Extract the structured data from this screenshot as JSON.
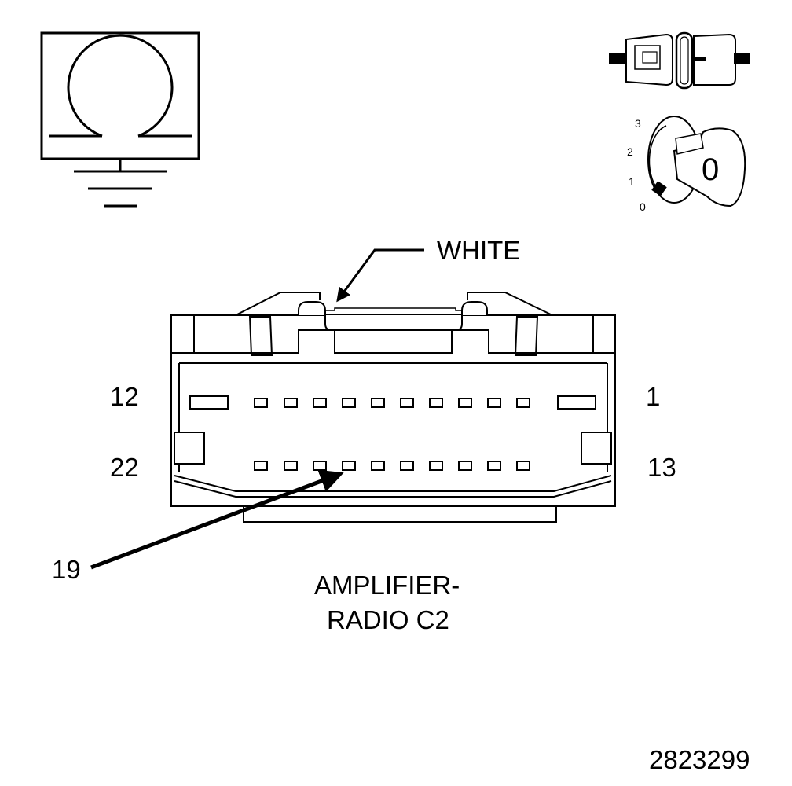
{
  "connector": {
    "color_label": "WHITE",
    "pin_top_left": "12",
    "pin_top_right": "1",
    "pin_bottom_left": "22",
    "pin_bottom_right": "13",
    "callout_pin": "19",
    "caption_line1": "AMPLIFIER-",
    "caption_line2": "RADIO C2"
  },
  "ignition_switch": {
    "positions": [
      "3",
      "2",
      "1",
      "0"
    ],
    "key_label": "0"
  },
  "figure_id": "2823299",
  "icons": [
    "ohmmeter-ground-icon",
    "disconnected-connector-icon",
    "ignition-key-icon"
  ],
  "colors": {
    "ink": "#000000",
    "paper": "#ffffff"
  }
}
